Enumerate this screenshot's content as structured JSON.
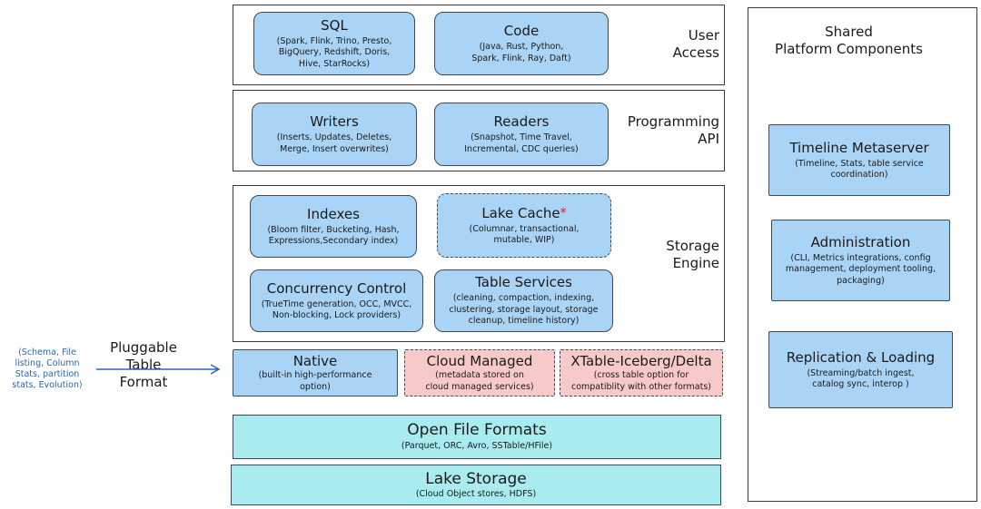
{
  "user_access": {
    "label_line1": "User",
    "label_line2": "Access",
    "sql": {
      "title": "SQL",
      "desc_line1": "(Spark, Flink, Trino, Presto,",
      "desc_line2": "BigQuery, Redshift, Doris,",
      "desc_line3": "Hive, StarRocks)"
    },
    "code": {
      "title": "Code",
      "desc_line1": "(Java, Rust, Python,",
      "desc_line2": "Spark, Flink, Ray, Daft)"
    }
  },
  "programming_api": {
    "label_line1": "Programming",
    "label_line2": "API",
    "writers": {
      "title": "Writers",
      "desc_line1": "(Inserts, Updates, Deletes,",
      "desc_line2": "Merge, Insert overwrites)"
    },
    "readers": {
      "title": "Readers",
      "desc_line1": "(Snapshot, Time Travel,",
      "desc_line2": "Incremental, CDC queries)"
    }
  },
  "storage_engine": {
    "label_line1": "Storage",
    "label_line2": "Engine",
    "indexes": {
      "title": "Indexes",
      "desc_line1": "(Bloom filter, Bucketing, Hash,",
      "desc_line2": "Expressions,Secondary index)"
    },
    "lake_cache": {
      "title": "Lake Cache",
      "star": "*",
      "desc_line1": "(Columnar, transactional,",
      "desc_line2": "mutable, WIP)"
    },
    "concurrency": {
      "title": "Concurrency Control",
      "desc_line1": "(TrueTime generation, OCC, MVCC,",
      "desc_line2": "Non-blocking, Lock providers)"
    },
    "table_services": {
      "title": "Table Services",
      "desc_line1": "(cleaning, compaction, indexing,",
      "desc_line2": "clustering, storage layout, storage",
      "desc_line3": "cleanup, timeline history)"
    }
  },
  "pluggable": {
    "note_line1": "(Schema, File",
    "note_line2": "listing, Column",
    "note_line3": "Stats, partition",
    "note_line4": "stats, Evolution)",
    "label_line1": "Pluggable",
    "label_line2": "Table",
    "label_line3": "Format",
    "native": {
      "title": "Native",
      "desc_line1": "(built-in high-performance",
      "desc_line2": "option)"
    },
    "cloud_managed": {
      "title": "Cloud Managed",
      "desc_line1": "(metadata stored on",
      "desc_line2": "cloud managed services)"
    },
    "xtable": {
      "title": "XTable-Iceberg/Delta",
      "desc_line1": "(cross table option for",
      "desc_line2": "compatiblity with other formats)"
    }
  },
  "open_file_formats": {
    "title": "Open File Formats",
    "desc": "(Parquet, ORC, Avro, SSTable/HFile)"
  },
  "lake_storage": {
    "title": "Lake Storage",
    "desc": "(Cloud Object stores, HDFS)"
  },
  "shared": {
    "title_line1": "Shared",
    "title_line2": "Platform Components",
    "timeline": {
      "title": "Timeline Metaserver",
      "desc_line1": "(Timeline, Stats, table service",
      "desc_line2": "coordination)"
    },
    "administration": {
      "title": "Administration",
      "desc_line1": "(CLI, Metrics integrations, config",
      "desc_line2": "management, deployment tooling,",
      "desc_line3": "packaging)"
    },
    "replication": {
      "title": "Replication & Loading",
      "desc_line1": "(Streaming/batch ingest,",
      "desc_line2": "catalog sync, interop )"
    }
  },
  "colors": {
    "blue_box": "#a9d4f5",
    "pink_box": "#f8c9c9",
    "cyan_box": "#a8ecef",
    "note_blue": "#2a66b8",
    "star_red": "#e02020"
  }
}
